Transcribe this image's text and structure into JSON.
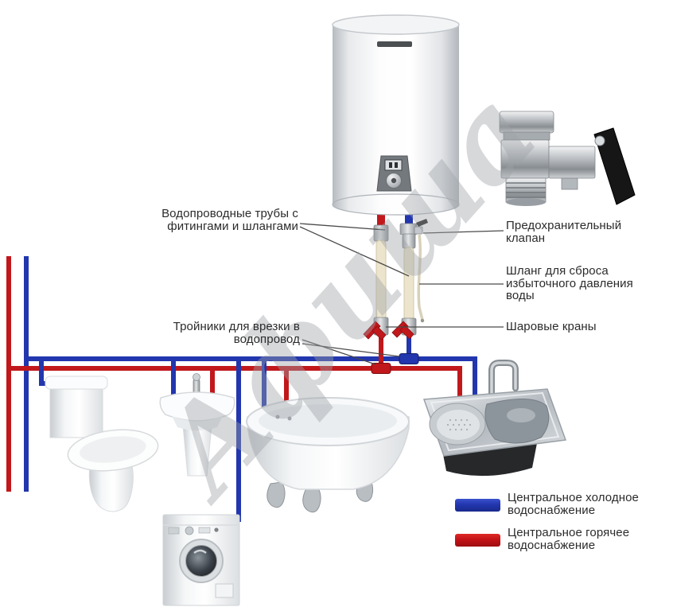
{
  "watermark": {
    "text": "Афиша"
  },
  "labels": {
    "supply_pipes": {
      "line1": "Водопроводные трубы с",
      "line2": "фитингами и шлангами"
    },
    "safety_valve": {
      "line1": "Предохранительный",
      "line2": "клапан"
    },
    "relief_hose": {
      "line1": "Шланг для сброса",
      "line2": "избыточного давления",
      "line3": "воды"
    },
    "ball_valves": {
      "text": "Шаровые краны"
    },
    "tees": {
      "line1": "Тройники для врезки в",
      "line2": "водопровод"
    }
  },
  "legend": {
    "cold": {
      "line1": "Центральное холодное",
      "line2": "водоснабжение",
      "color": "#2236ae"
    },
    "hot": {
      "line1": "Центральное горячее",
      "line2": "водоснабжение",
      "color": "#c1181c"
    }
  },
  "components": {
    "water_heater": "накопительный водонагреватель",
    "fixtures": [
      "унитаз",
      "раковина",
      "ванна",
      "стиральная машина",
      "кухонная мойка"
    ]
  },
  "colors": {
    "cold": "#2236ae",
    "hot": "#c1181c",
    "hose": "#ece4cc",
    "leader": "#4a4a4a",
    "text": "#2b2b2b"
  }
}
